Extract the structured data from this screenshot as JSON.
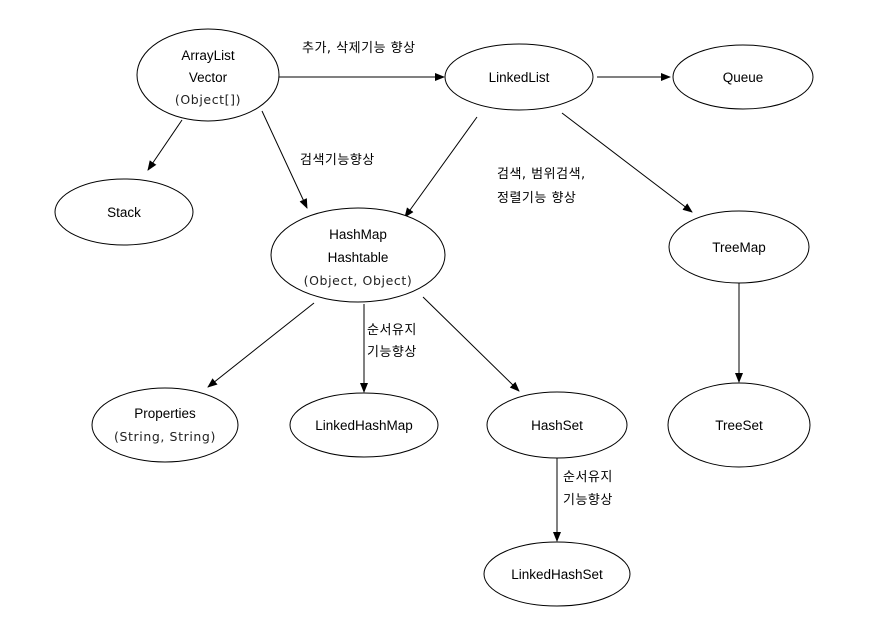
{
  "nodes": {
    "arraylist": {
      "line1": "ArrayList",
      "line2": "Vector",
      "line3": "(Object[])"
    },
    "linkedlist": {
      "label": "LinkedList"
    },
    "queue": {
      "label": "Queue"
    },
    "stack": {
      "label": "Stack"
    },
    "hashmap": {
      "line1": "HashMap",
      "line2": "Hashtable",
      "line3": "(Object, Object)"
    },
    "treemap": {
      "label": "TreeMap"
    },
    "properties": {
      "line1": "Properties",
      "line2": "(String, String)"
    },
    "linkedhashmap": {
      "label": "LinkedHashMap"
    },
    "hashset": {
      "label": "HashSet"
    },
    "treeset": {
      "label": "TreeSet"
    },
    "linkedhashset": {
      "label": "LinkedHashSet"
    }
  },
  "edge_labels": {
    "add_delete": "추가, 삭제기능 향상",
    "search": "검색기능향상",
    "search_range": {
      "line1": "검색, 범위검색,",
      "line2": "정렬기능 향상"
    },
    "order_map": {
      "line1": "순서유지",
      "line2": "기능향상"
    },
    "order_set": {
      "line1": "순서유지",
      "line2": "기능향상"
    }
  }
}
